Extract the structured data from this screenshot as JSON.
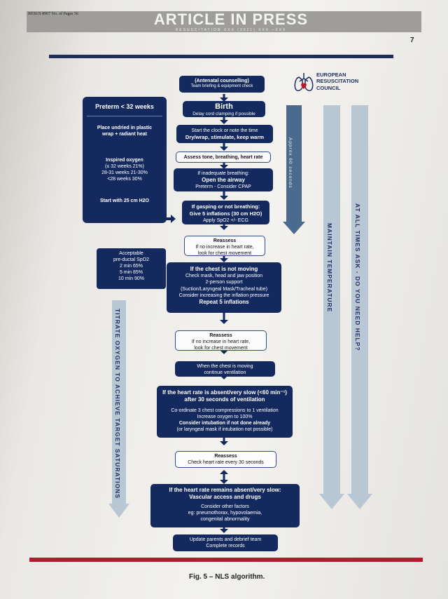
{
  "header": {
    "journal_ref": "RESUS 8907 No. of Pages 56",
    "banner": "ARTICLE IN PRESS",
    "citation": "RESUSCITATION XXX (2021) XXX –XXX",
    "page_number": "7"
  },
  "logo": {
    "icon": "lungs-heart-icon",
    "line1": "EUROPEAN",
    "line2": "RESUSCITATION",
    "line3": "COUNCIL"
  },
  "main": {
    "antenatal_title": "(Antenatal counselling)",
    "antenatal_sub": "Team briefing & equipment check",
    "birth_title": "Birth",
    "birth_sub": "Delay cord clamping if possible",
    "clock_line1": "Start the clock or note the time",
    "clock_line2": "Dry/wrap, stimulate, keep warm",
    "assess": "Assess tone, breathing, heart rate",
    "inadequate_line1": "If inadequate breathing:",
    "inadequate_line2": "Open the airway",
    "inadequate_line3": "Preterm - Consider  CPAP",
    "gasping_line1": "If gasping or not breathing:",
    "gasping_line2": "Give 5 inflations (30 cm H2O)",
    "gasping_line3": "Apply SpO2 +/- ECG",
    "reassess1_title": "Reassess",
    "reassess1_line1": "If no increase in heart rate,",
    "reassess1_line2": "look for chest movement",
    "chest_title": "If the chest is not moving",
    "chest_line1": "Check mask, head and jaw position",
    "chest_line2": "2-person support",
    "chest_line3": "(Suction/Laryngeal Mask/Tracheal tube)",
    "chest_line4": "Consider increasing the inflation pressure",
    "chest_line5": "Repeat 5 inflations",
    "reassess2_title": "Reassess",
    "reassess2_line1": "If no increase in heart rate,",
    "reassess2_line2": "look for chest movement",
    "moving_line1": "When the chest is moving",
    "moving_line2": "continue ventilation",
    "hr_title1": "If the heart rate is absent/very slow (<60 min⁻¹)",
    "hr_title2": "after 30 seconds of ventilation",
    "hr_line1": "Co-ordinate 3 chest compressions to 1 ventilation",
    "hr_line2": "Increase oxygen to 100%",
    "hr_line3": "Consider intubation if not done already",
    "hr_line4": "(or laryngeal mask if intubation not possible)",
    "reassess3_title": "Reassess",
    "reassess3_line1": "Check heart rate every 30 seconds",
    "absent_title1": "If the heart rate remains absent/very slow:",
    "absent_title2": "Vascular access and drugs",
    "absent_line1": "Consider other factors",
    "absent_line2": "eg: pneumothorax, hypovolaemia,",
    "absent_line3": "congenital abnormality",
    "update_line1": "Update parents and debrief team",
    "update_line2": "Complete records"
  },
  "preterm": {
    "title": "Preterm < 32 weeks",
    "wrap_line1": "Place undried in plastic",
    "wrap_line2": "wrap + radiant heat",
    "oxygen_title": "Inspired oxygen",
    "oxygen_line1": "(≤ 32 weeks  21%)",
    "oxygen_line2": "28-31 weeks  21-30%",
    "oxygen_line3": "<28 weeks  30%",
    "start_line": "Start with 25 cm H2O"
  },
  "spo2": {
    "line1": "Acceptable",
    "line2": "pre-ductal SpO2",
    "line3": "2 min  65%",
    "line4": "5 min  85%",
    "line5": "10 min  90%"
  },
  "side": {
    "approx": "Approx 60 seconds",
    "titrate": "TITRATE OXYGEN TO ACHIEVE TARGET SATURATIONS",
    "maintain": "MAINTAIN TEMPERATURE",
    "ask": "AT ALL TIMES ASK - DO YOU NEED HELP?"
  },
  "caption": "Fig. 5 –  NLS algorithm.",
  "colors": {
    "navy": "#142a5e",
    "steel_arrow": "#4a6a8e",
    "light_arrow": "#b9c6d4",
    "red": "#b5192c"
  }
}
